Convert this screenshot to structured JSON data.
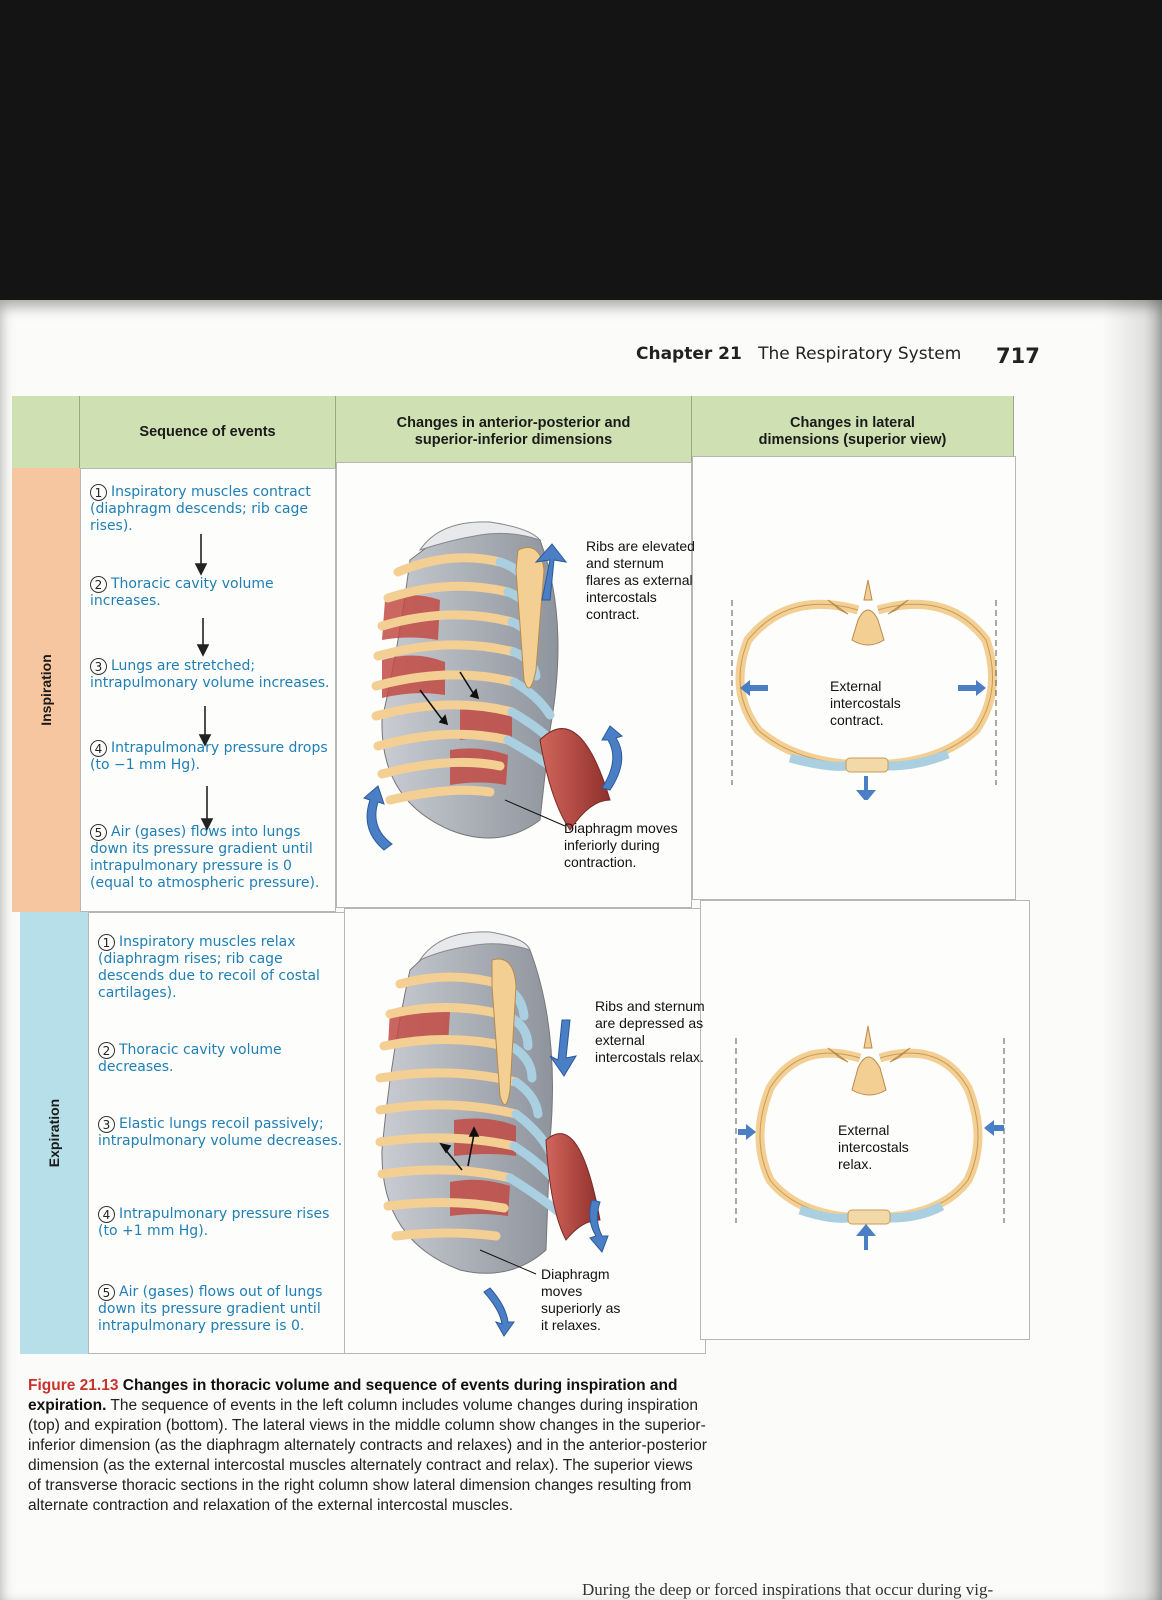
{
  "running_head": {
    "chapter": "Chapter 21",
    "title": "The Respiratory System",
    "page_number": "717"
  },
  "columns": {
    "sequence": "Sequence of events",
    "ap_si": "Changes in anterior-posterior and superior-inferior dimensions",
    "lateral": "Changes in lateral dimensions (superior view)"
  },
  "inspiration": {
    "label": "Inspiration",
    "steps": [
      {
        "num": "1",
        "text": "Inspiratory muscles contract (diaphragm descends; rib cage rises)."
      },
      {
        "num": "2",
        "text": "Thoracic cavity volume increases."
      },
      {
        "num": "3",
        "text": "Lungs are stretched; intrapulmonary volume increases."
      },
      {
        "num": "4",
        "text": "Intrapulmonary pressure drops (to −1 mm Hg)."
      },
      {
        "num": "5",
        "text": "Air (gases) flows into lungs down its pressure gradient until intrapulmonary pressure is 0 (equal to atmospheric pressure)."
      }
    ],
    "callout_ribs": "Ribs are elevated and sternum flares as external intercostals contract.",
    "callout_diaphragm": "Diaphragm moves inferiorly during contraction.",
    "callout_lateral": "External intercostals contract."
  },
  "expiration": {
    "label": "Expiration",
    "steps": [
      {
        "num": "1",
        "text": "Inspiratory muscles relax (diaphragm rises; rib cage descends due to recoil of costal cartilages)."
      },
      {
        "num": "2",
        "text": "Thoracic cavity volume decreases."
      },
      {
        "num": "3",
        "text": "Elastic lungs recoil passively; intrapulmonary volume decreases."
      },
      {
        "num": "4",
        "text": "Intrapulmonary pressure rises (to +1 mm Hg)."
      },
      {
        "num": "5",
        "text": "Air (gases) flows out of lungs down its pressure gradient until intrapulmonary pressure is 0."
      }
    ],
    "callout_ribs": "Ribs and sternum are depressed as external intercostals relax.",
    "callout_diaphragm": "Diaphragm moves superiorly as it relaxes.",
    "callout_lateral": "External intercostals relax."
  },
  "caption": {
    "figure": "Figure 21.13",
    "title": "Changes in thoracic volume and sequence of events during inspiration and expiration.",
    "body": "The sequence of events in the left column includes volume changes during inspiration (top) and expiration (bottom). The lateral views in the middle column show changes in the superior-inferior dimension (as the diaphragm alternately contracts and relaxes) and in the anterior-posterior dimension (as the external intercostal muscles alternately contract and relax). The superior views of transverse thoracic sections in the right column show lateral dimension changes resulting from alternate contraction and relaxation of the external intercostal muscles."
  },
  "bottom_text": "During the deep or forced inspirations that occur during vig-",
  "colors": {
    "inspiration_band": "#f6c6a1",
    "expiration_band": "#b6dfe9",
    "header": "#cfe1b2",
    "step_text": "#1f7fb4",
    "figure_label": "#c8342d",
    "bone": "#f3cf93",
    "cartilage": "#a9cfe0",
    "muscle": "#c24b44",
    "arrow": "#4a7fc6"
  }
}
